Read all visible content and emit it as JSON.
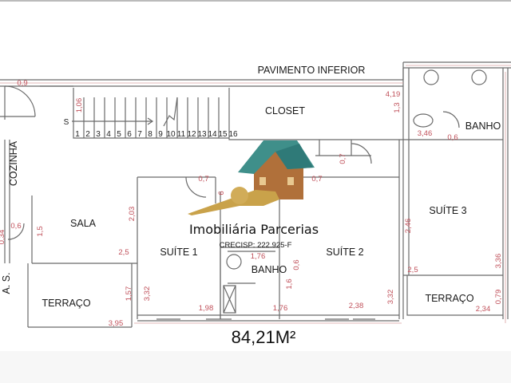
{
  "title": "PAVIMENTO INFERIOR",
  "total_area": "84,21M²",
  "brand": {
    "name": "Imobiliária Parcerias",
    "crecisp": "CRECISP: 222.925-F",
    "logo": "house-with-key-icon"
  },
  "rooms": {
    "cozinha": "COZINHA",
    "closet": "CLOSET",
    "banho_top": "BANHO",
    "sala": "SALA",
    "suite1": "SUÍTE 1",
    "suite2": "SUÍTE 2",
    "suite3": "SUÍTE 3",
    "banho_mid": "BANHO",
    "as": "A. S.",
    "terraco_left": "TERRAÇO",
    "terraco_right": "TERRAÇO"
  },
  "stairs": {
    "start": "S",
    "steps": [
      "1",
      "2",
      "3",
      "4",
      "5",
      "6",
      "7",
      "8",
      "9",
      "10",
      "11",
      "12",
      "13",
      "14",
      "15",
      "16"
    ]
  },
  "dimensions": {
    "d0_9": "0,9",
    "d1_06": "1,06",
    "d4_19": "4,19",
    "d1_3": "1,3",
    "d3_46": "3,46",
    "d0_6a": "0,6",
    "d0_7a": "0,7",
    "d0_7b": "0,7",
    "d0_7c": "0,7",
    "d6": "6",
    "d2_03": "2,03",
    "d1_5": "1,5",
    "d0_6b": "0,6",
    "d0_34": "0,34",
    "d2_5a": "2,5",
    "d3_32a": "3,32",
    "d1_98": "1,98",
    "d1_57": "1,57",
    "d3_95": "3,95",
    "d1_76a": "1,76",
    "d0_6c": "0,6",
    "d1_6": "1,6",
    "d1_76b": "1,76",
    "d2_38": "2,38",
    "d3_32b": "3,32",
    "d2_46": "2,46",
    "d3_36": "3,36",
    "d2_5b": "2,5",
    "d2_34": "2,34",
    "d0_79": "0,79"
  }
}
